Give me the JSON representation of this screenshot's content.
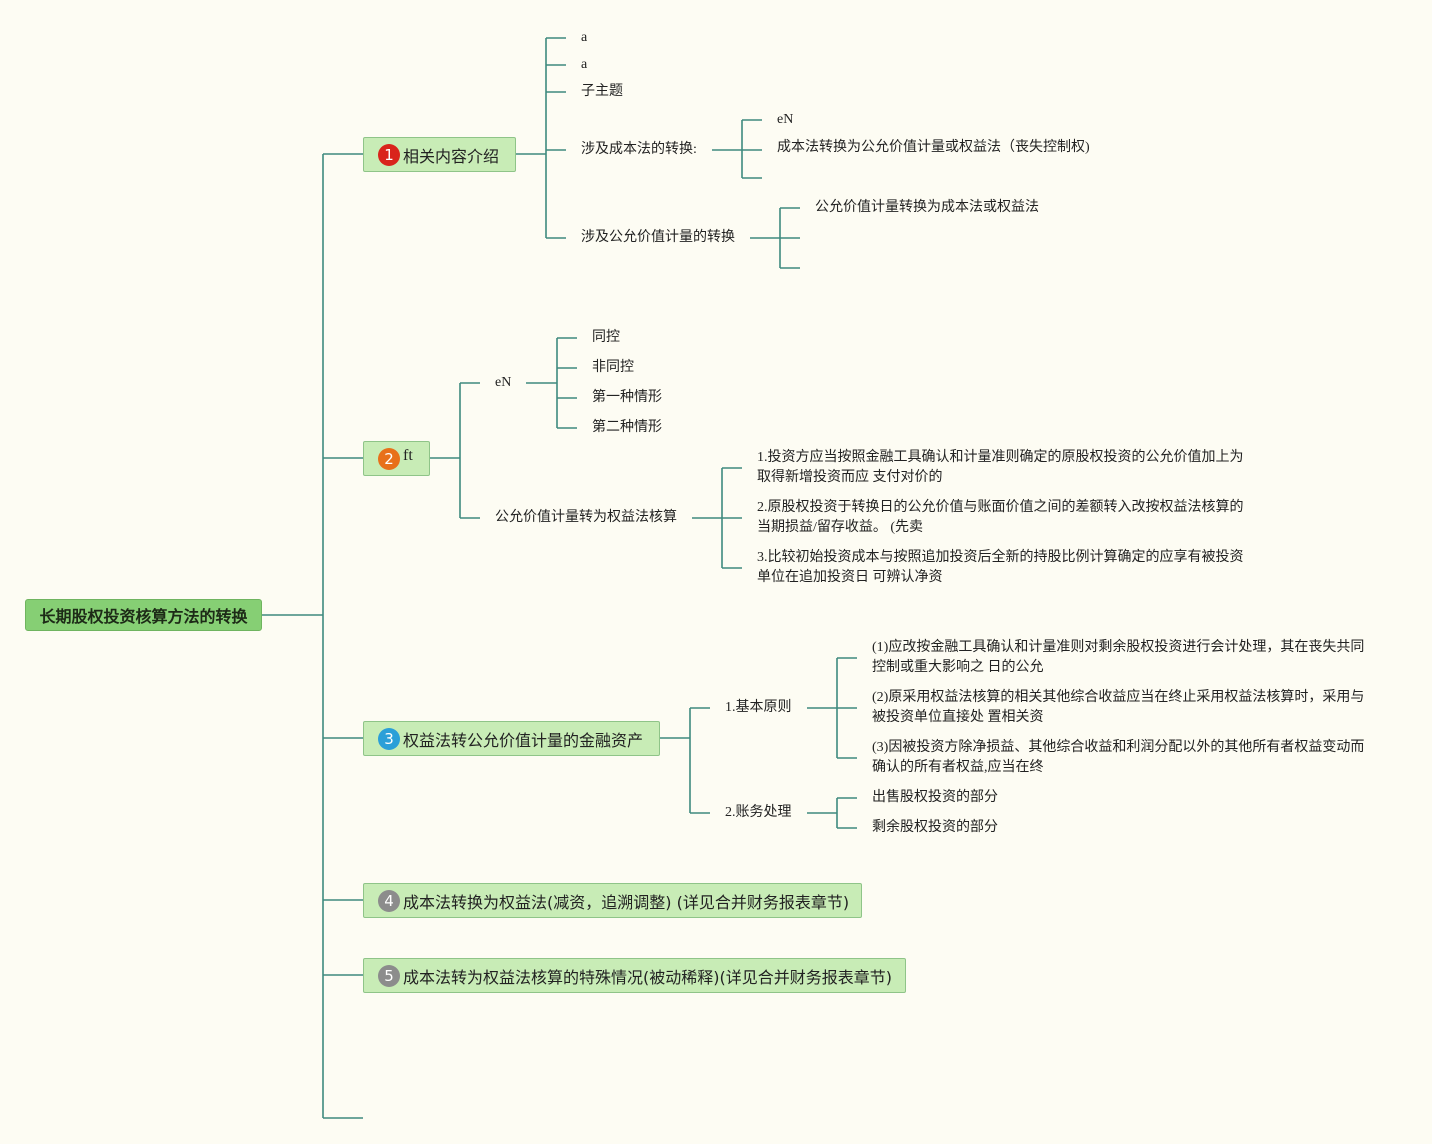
{
  "colors": {
    "background": "#fdfcf3",
    "connector": "#3e8a7e",
    "root_fill": "#86cf74",
    "branch_fill": "#c8ecb6",
    "badge_1": "#d9241c",
    "badge_2": "#e8701a",
    "badge_3": "#2b9fd8",
    "badge_4": "#8c8c8c",
    "badge_5": "#8c8c8c"
  },
  "root": {
    "title": "长期股权投资核算方法的转换"
  },
  "branches": [
    {
      "badge": "1",
      "title": "相关内容介绍",
      "children": [
        {
          "label": "a"
        },
        {
          "label": "a"
        },
        {
          "label": "子主题"
        },
        {
          "label": "涉及成本法的转换:",
          "children": [
            "eN",
            "成本法转换为公允价值计量或权益法（丧失控制权)"
          ]
        },
        {
          "label": "涉及公允价值计量的转换",
          "children": [
            "公允价值计量转换为成本法或权益法"
          ]
        }
      ]
    },
    {
      "badge": "2",
      "title": "ft",
      "children": [
        {
          "label": "eN",
          "children": [
            "同控",
            "非同控",
            "第一种情形",
            "第二种情形"
          ]
        },
        {
          "label": "公允价值计量转为权益法核算",
          "children": [
            "1.投资方应当按照金融工具确认和计量准则确定的原股权投资的公允价值加上为取得新增投资而应 支付对价的",
            "2.原股权投资于转换日的公允价值与账面价值之间的差额转入改按权益法核算的当期损益/留存收益。 (先卖",
            "3.比较初始投资成本与按照追加投资后全新的持股比例计算确定的应享有被投资单位在追加投资日 可辨认净资"
          ]
        }
      ]
    },
    {
      "badge": "3",
      "title": "权益法转公允价值计量的金融资产",
      "children": [
        {
          "label": "1.基本原则",
          "children": [
            "(1)应改按金融工具确认和计量准则对剩余股权投资进行会计处理，其在丧失共同控制或重大影响之 日的公允",
            "(2)原采用权益法核算的相关其他综合收益应当在终止采用权益法核算时，采用与被投资单位直接处 置相关资",
            "(3)因被投资方除净损益、其他综合收益和利润分配以外的其他所有者权益变动而确认的所有者权益,应当在终"
          ]
        },
        {
          "label": "2.账务处理",
          "children": [
            "出售股权投资的部分",
            "剩余股权投资的部分"
          ]
        }
      ]
    },
    {
      "badge": "4",
      "title": "成本法转换为权益法(减资，追溯调整) (详见合并财务报表章节)"
    },
    {
      "badge": "5",
      "title": "成本法转为权益法核算的特殊情况(被动稀释)(详见合并财务报表章节)"
    }
  ]
}
